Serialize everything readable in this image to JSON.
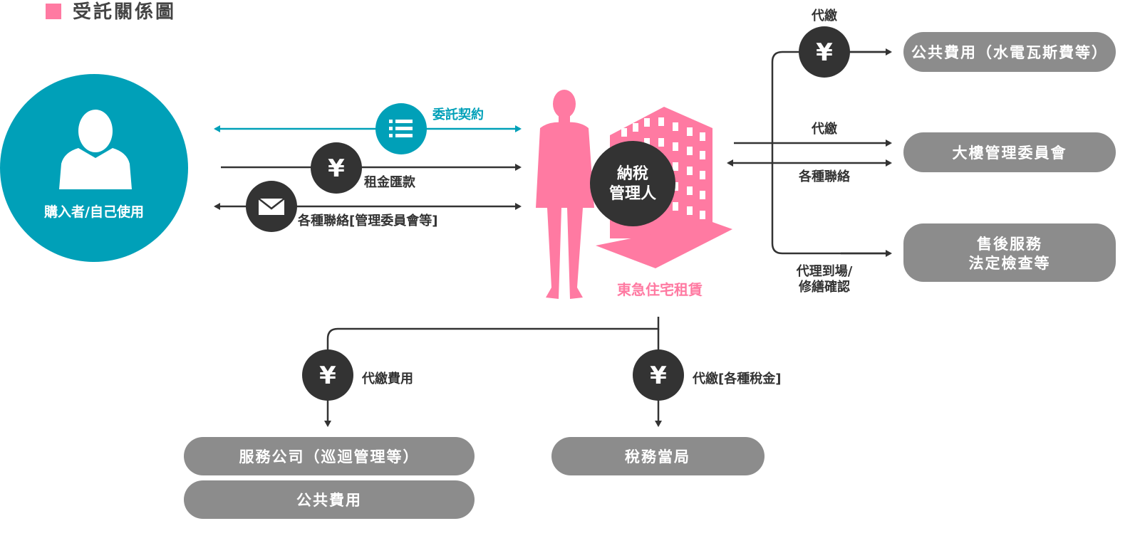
{
  "title": "受託關係圖",
  "colors": {
    "teal": "#00a0b8",
    "pink": "#ff7aa2",
    "dark": "#333333",
    "gray": "#8c8c8c"
  },
  "owner": {
    "label": "購入者/自己使用"
  },
  "manager": {
    "line1": "納稅",
    "line2": "管理人",
    "company": "東急住宅租賃"
  },
  "left_flows": {
    "contract": "委託契約",
    "rent": "租金匯款",
    "contact": "各種聯絡[管理委員會等]"
  },
  "right_flows": {
    "pay_top": "代繳",
    "pay_mid": "代繳",
    "contact": "各種聯絡",
    "onsite_line1": "代理到場/",
    "onsite_line2": "修繕確認"
  },
  "right_boxes": {
    "utilities": "公共費用（水電瓦斯費等）",
    "committee": "大樓管理委員會",
    "after_service_line1": "售後服務",
    "after_service_line2": "法定檢查等"
  },
  "bottom_flows": {
    "pay_fees": "代繳費用",
    "pay_taxes": "代繳[各種稅金]"
  },
  "bottom_boxes": {
    "service_company": "服務公司（巡迴管理等）",
    "public_fees": "公共費用",
    "tax_authority": "稅務當局"
  },
  "icons": {
    "yen": "¥",
    "contract": "list-icon",
    "mail": "envelope-icon"
  }
}
